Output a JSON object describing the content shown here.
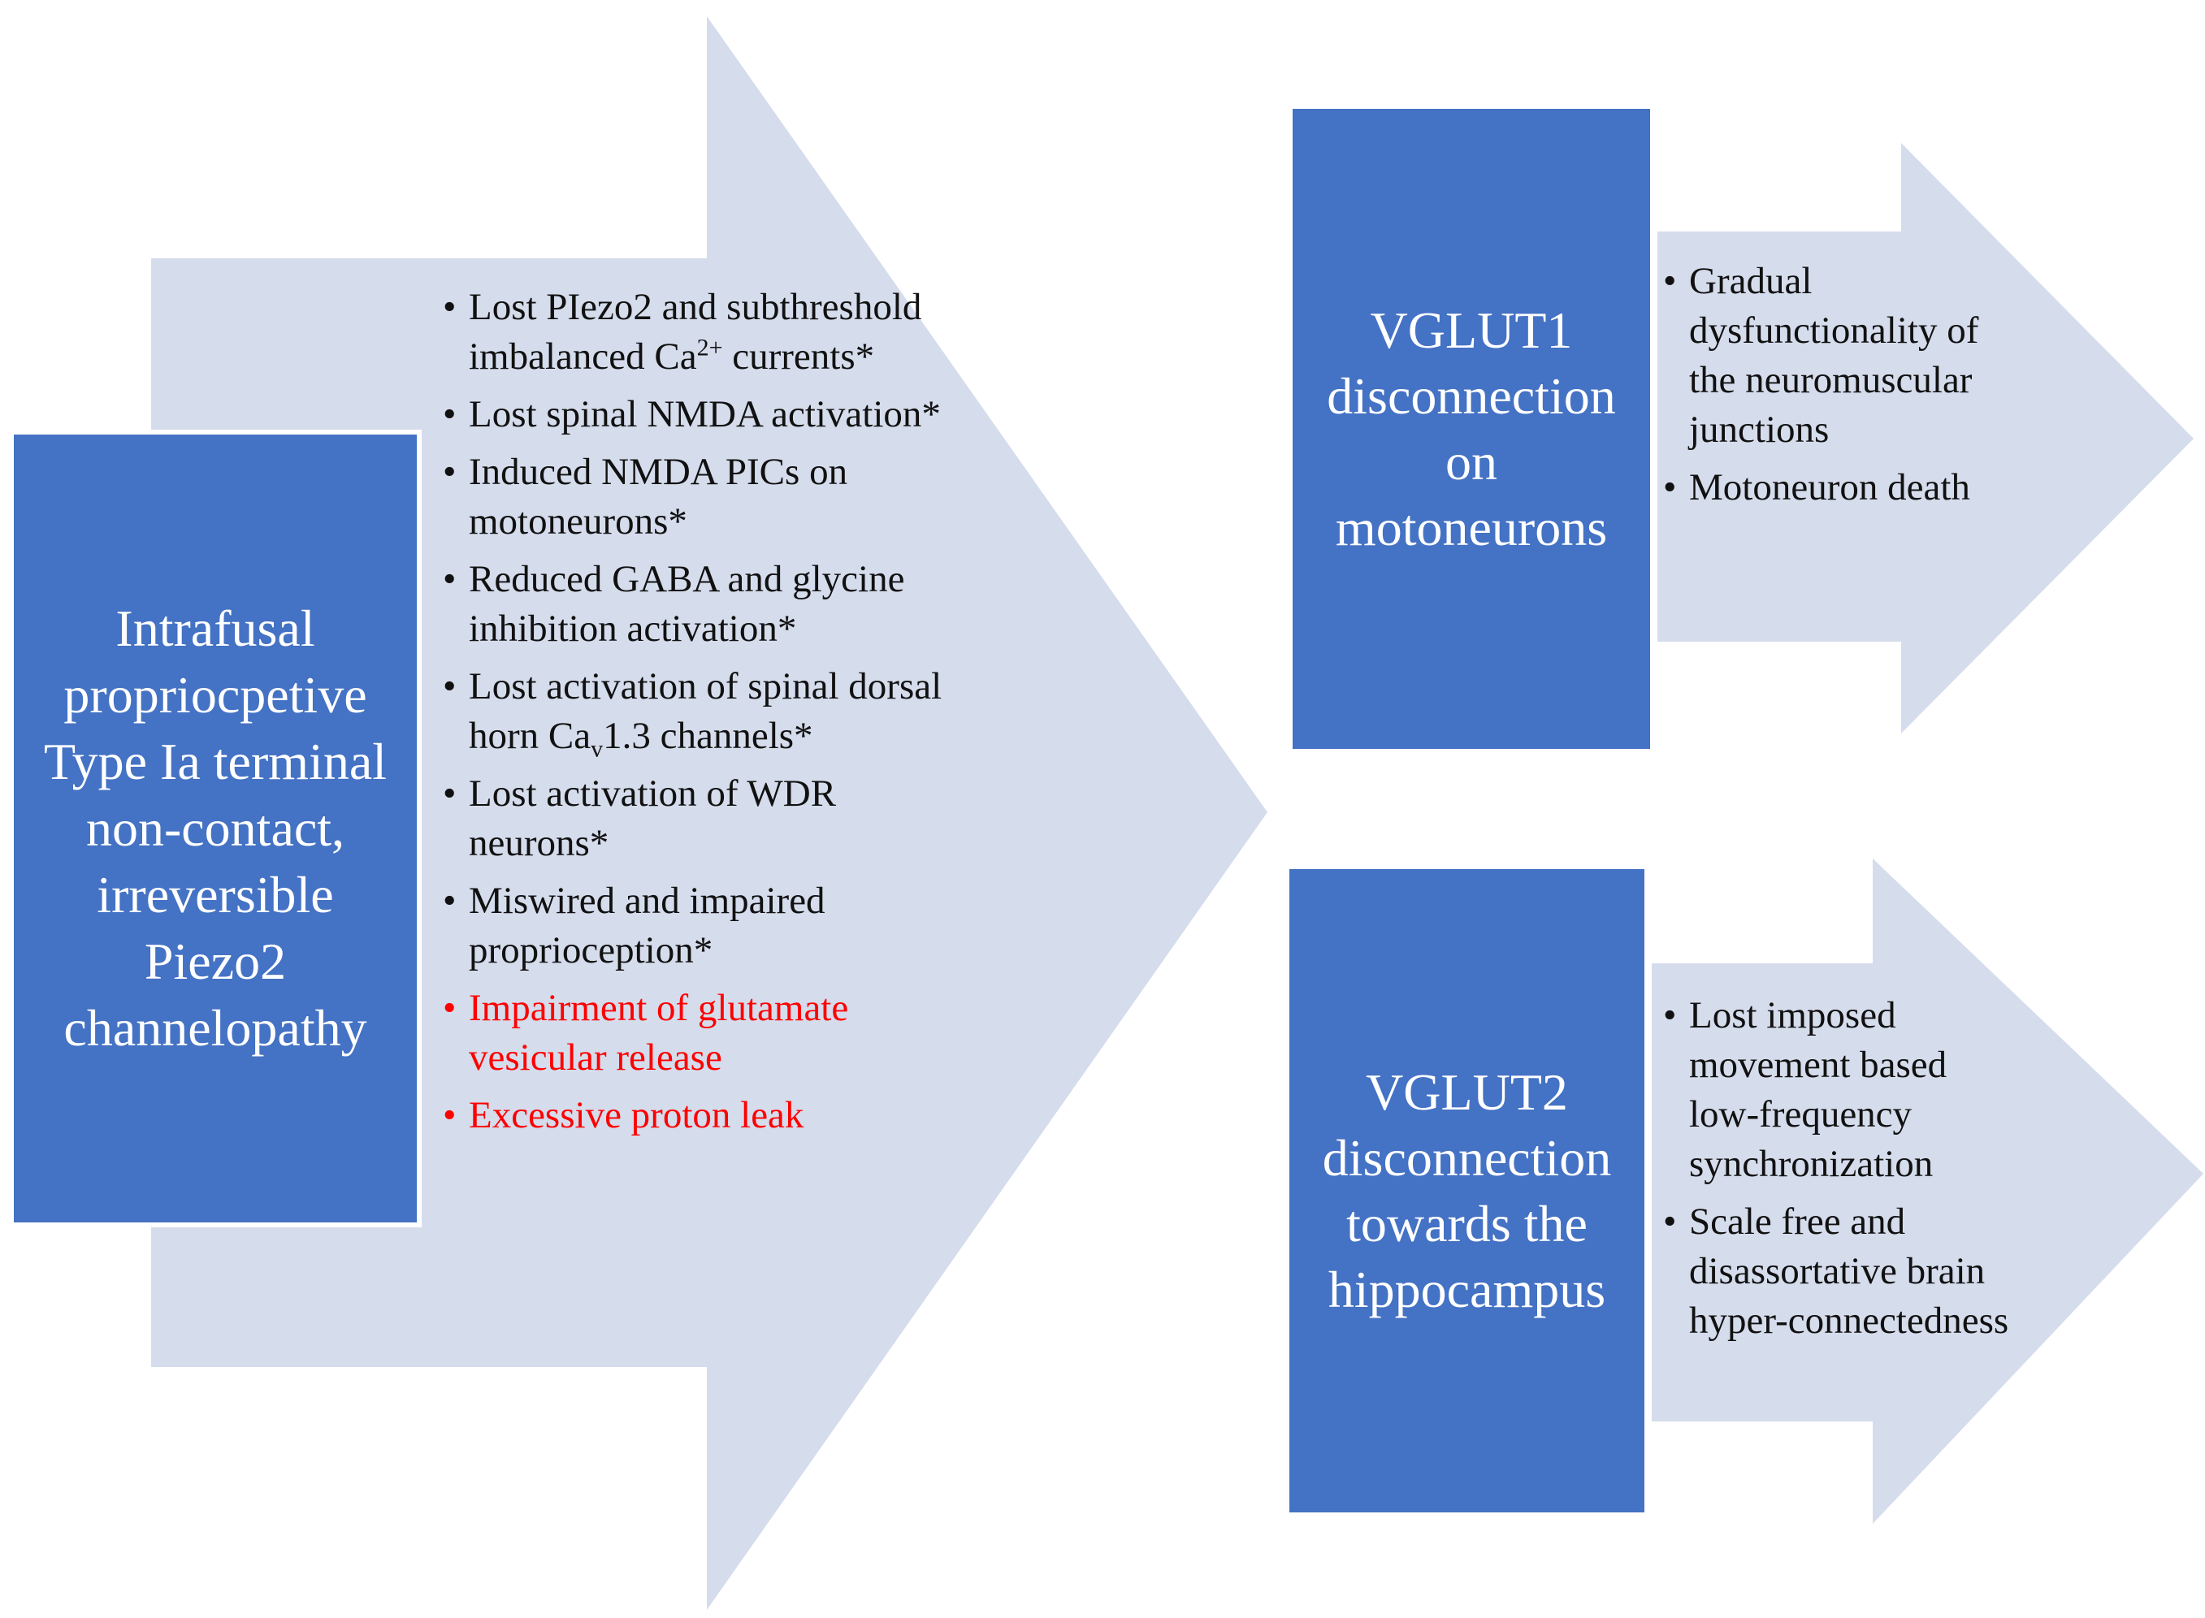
{
  "colors": {
    "box_fill": "#4472c4",
    "arrow_fill": "#d5dcec",
    "box_text": "#ffffff",
    "bullet_text": "#111111",
    "highlight_text": "#ff0000"
  },
  "source_box": {
    "lines": [
      "Intrafusal",
      "propriocpetive",
      "Type Ia terminal",
      "non-contact,",
      "irreversible",
      "Piezo2",
      "channelopathy"
    ]
  },
  "main_arrow": {
    "items": [
      {
        "pre": "Lost PIezo2 and subthreshold imbalanced Ca",
        "sup": "2+",
        "post": " currents*",
        "highlight": false
      },
      {
        "text": "Lost spinal NMDA activation*",
        "highlight": false
      },
      {
        "text": "Induced NMDA PICs on motoneurons*",
        "highlight": false
      },
      {
        "text": "Reduced GABA and glycine inhibition activation*",
        "highlight": false
      },
      {
        "pre": "Lost activation of spinal dorsal horn Ca",
        "sub": "v",
        "post": "1.3 channels*",
        "highlight": false
      },
      {
        "text": "Lost activation of WDR neurons*",
        "highlight": false
      },
      {
        "text": "Miswired and impaired proprioception*",
        "highlight": false
      },
      {
        "text": "Impairment of glutamate vesicular release",
        "highlight": true
      },
      {
        "text": "Excessive proton leak",
        "highlight": true
      }
    ]
  },
  "vglut1": {
    "box_lines": [
      "VGLUT1",
      "disconnection",
      "on",
      "motoneurons"
    ],
    "items": [
      "Gradual dysfunctionality of the neuromuscular junctions",
      "Motoneuron death"
    ]
  },
  "vglut2": {
    "box_lines": [
      "VGLUT2",
      "disconnection",
      "towards the",
      "hippocampus"
    ],
    "items": [
      "Lost imposed movement based low-frequency synchronization",
      "Scale free and disassortative brain hyper-connectedness"
    ]
  }
}
